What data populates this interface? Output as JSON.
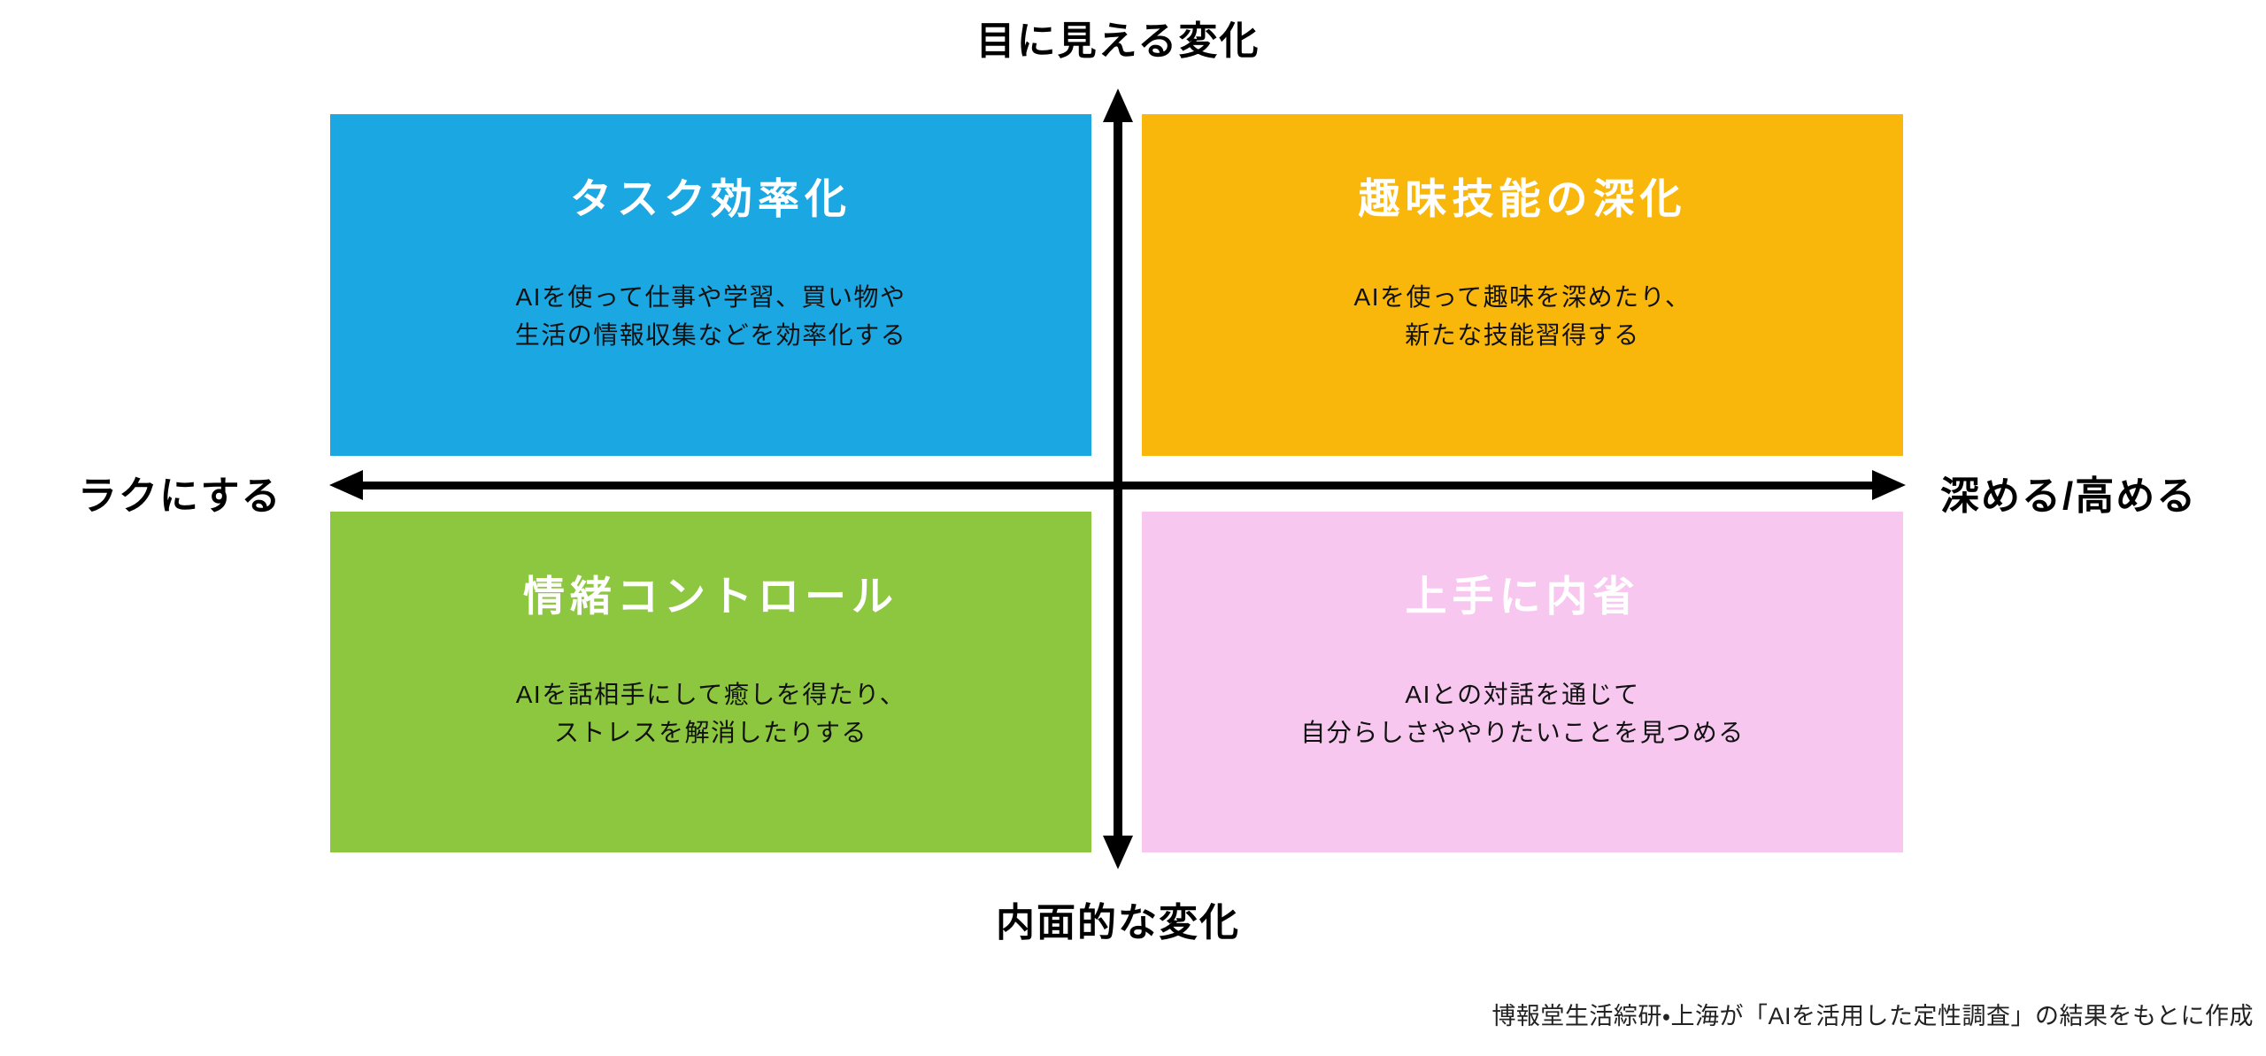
{
  "diagram": {
    "top_axis_label": "目に見える変化",
    "bottom_axis_label": "内面的な変化",
    "left_axis_label": "ラクにする",
    "right_axis_label": "深める/高める",
    "quadrants": {
      "top_left": {
        "title": "タスク効率化",
        "body": "AIを使って仕事や学習、買い物や\n生活の情報収集などを効率化する",
        "color": "#1BA7E2"
      },
      "top_right": {
        "title": "趣味技能の深化",
        "body": "AIを使って趣味を深めたり、\n新たな技能習得する",
        "color": "#F9B70B"
      },
      "bottom_left": {
        "title": "情緒コントロール",
        "body": "AIを話相手にして癒しを得たり、\nストレスを解消したりする",
        "color": "#8DC63F"
      },
      "bottom_right": {
        "title": "上手に内省",
        "body": "AIとの対話を通じて\n自分らしさややりたいことを見つめる",
        "color": "#F8C7F0"
      }
    },
    "footer_note": "博報堂生活綜研・上海が「AIを活用した定性調査」の結果をもとに作成",
    "colors": {
      "axis": "#000000",
      "title_text": "#FFFFFF",
      "body_text": "#111111",
      "background": "#FFFFFF"
    }
  }
}
